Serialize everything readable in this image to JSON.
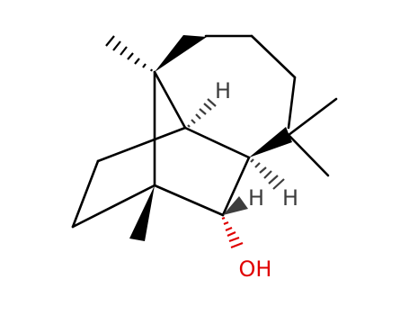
{
  "structure": {
    "labels": {
      "h_top": "H",
      "h_mid": "H",
      "h_right": "H",
      "oh": "OH"
    },
    "colors": {
      "bond": "#000000",
      "hydrogen_label": "#3d3d3d",
      "oxygen": "#e00000",
      "background": "#ffffff"
    }
  }
}
